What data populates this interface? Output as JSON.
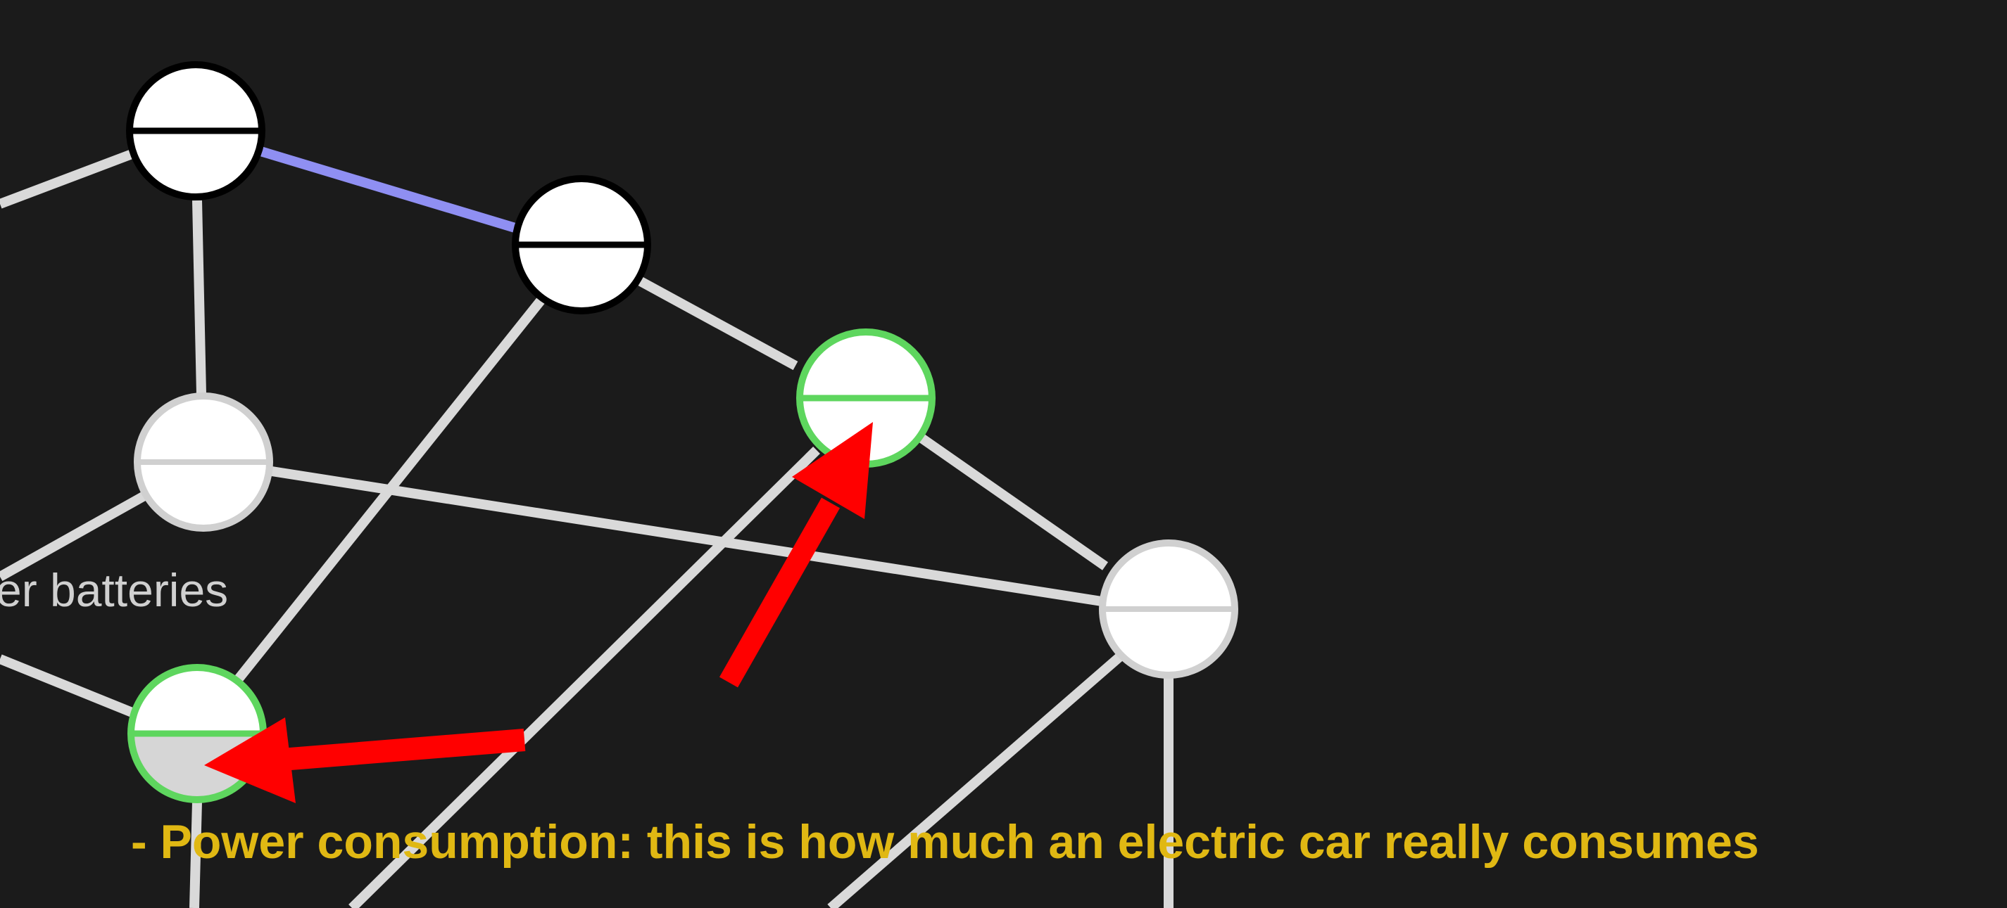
{
  "colors": {
    "background": "#1b1b1b",
    "edge": "#d9d9d9",
    "edge_highlight": "#8f8ff2",
    "node_outline": "#000000",
    "node_outline_active": "#5ed65e",
    "node_outline_idle": "#d0d0d0",
    "arrow": "#ff0000",
    "caption": "#e0b813"
  },
  "diagram": {
    "visible_label_fragment": "er batteries",
    "arrow_annotations": [
      "arrow-to-green-node",
      "arrow-to-bottom-left-node"
    ]
  },
  "caption": {
    "text": "- Power consumption: this is how much an electric car really consumes"
  }
}
